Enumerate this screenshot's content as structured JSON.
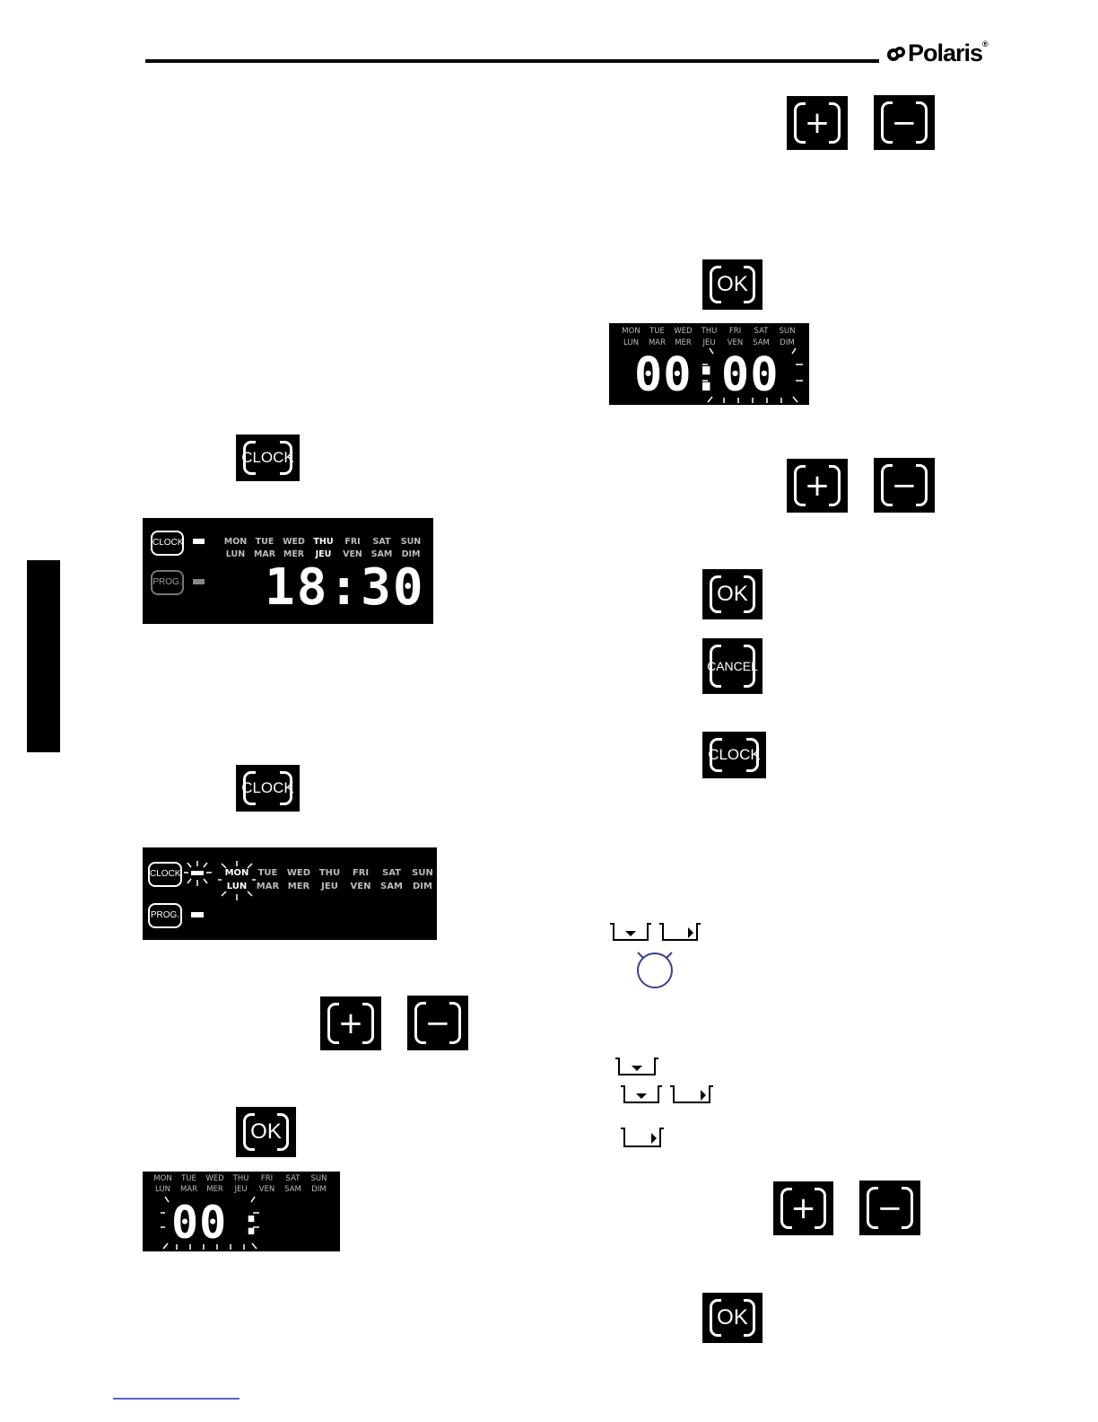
{
  "brand": {
    "logo_text": "Polaris",
    "trademark": "®"
  },
  "icons": {
    "logo_mark": "polaris-mark-icon",
    "tray_down": "tray-down-arrow-icon",
    "tray_right": "tray-right-arrow-icon",
    "ring": "circle-indicator-icon"
  },
  "buttons": {
    "clock": "CLOCK",
    "ok": "OK",
    "cancel": "CANCEL",
    "plus": "+",
    "minus": "−"
  },
  "lcd": {
    "days_top": [
      "MON",
      "TUE",
      "WED",
      "THU",
      "FRI",
      "SAT",
      "SUN"
    ],
    "days_bottom": [
      "LUN",
      "MAR",
      "MER",
      "JEU",
      "VEN",
      "SAM",
      "DIM"
    ],
    "clock_label": "CLOCK",
    "prog_label": "PROG.",
    "time_display": "18:30",
    "hours_blank": "00",
    "time_blank": "00:00",
    "colon": ":"
  },
  "colors": {
    "panel": "#000000",
    "segment": "#ffffff",
    "ring": "#3a3f8f",
    "link": "#5566cc"
  }
}
